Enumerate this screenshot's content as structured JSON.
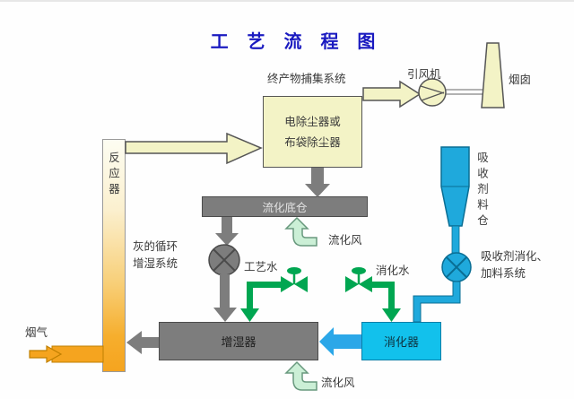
{
  "title": "工 艺 流 程 图",
  "labels": {
    "product_collection": "终产物捕集系统",
    "fan": "引风机",
    "chimney": "烟囱",
    "dust_collector_line1": "电除尘器或",
    "dust_collector_line2": "布袋除尘器",
    "reactor": "反应器",
    "ash_recycle_line1": "灰的循环",
    "ash_recycle_line2": "增湿系统",
    "fluidized_bin": "流化底仓",
    "fluidizing_air_top": "流化风",
    "process_water": "工艺水",
    "digestion_water": "消化水",
    "absorbent_silo": "吸收剂料仓",
    "absorbent_system_line1": "吸收剂消化、",
    "absorbent_system_line2": "加料系统",
    "humidifier": "增湿器",
    "digester": "消化器",
    "flue_gas": "烟气",
    "fluidizing_air_bottom": "流化风"
  },
  "colors": {
    "title_blue": "#1a1ac0",
    "cream": "#F3F3C6",
    "equipment_gray": "#7d7d7d",
    "orange": "#F5A41F",
    "digester_cyan": "#12C1EC",
    "silo_blue": "#1FA9DC",
    "water_green": "#00A651",
    "pale_green": "#CBEFD6"
  }
}
